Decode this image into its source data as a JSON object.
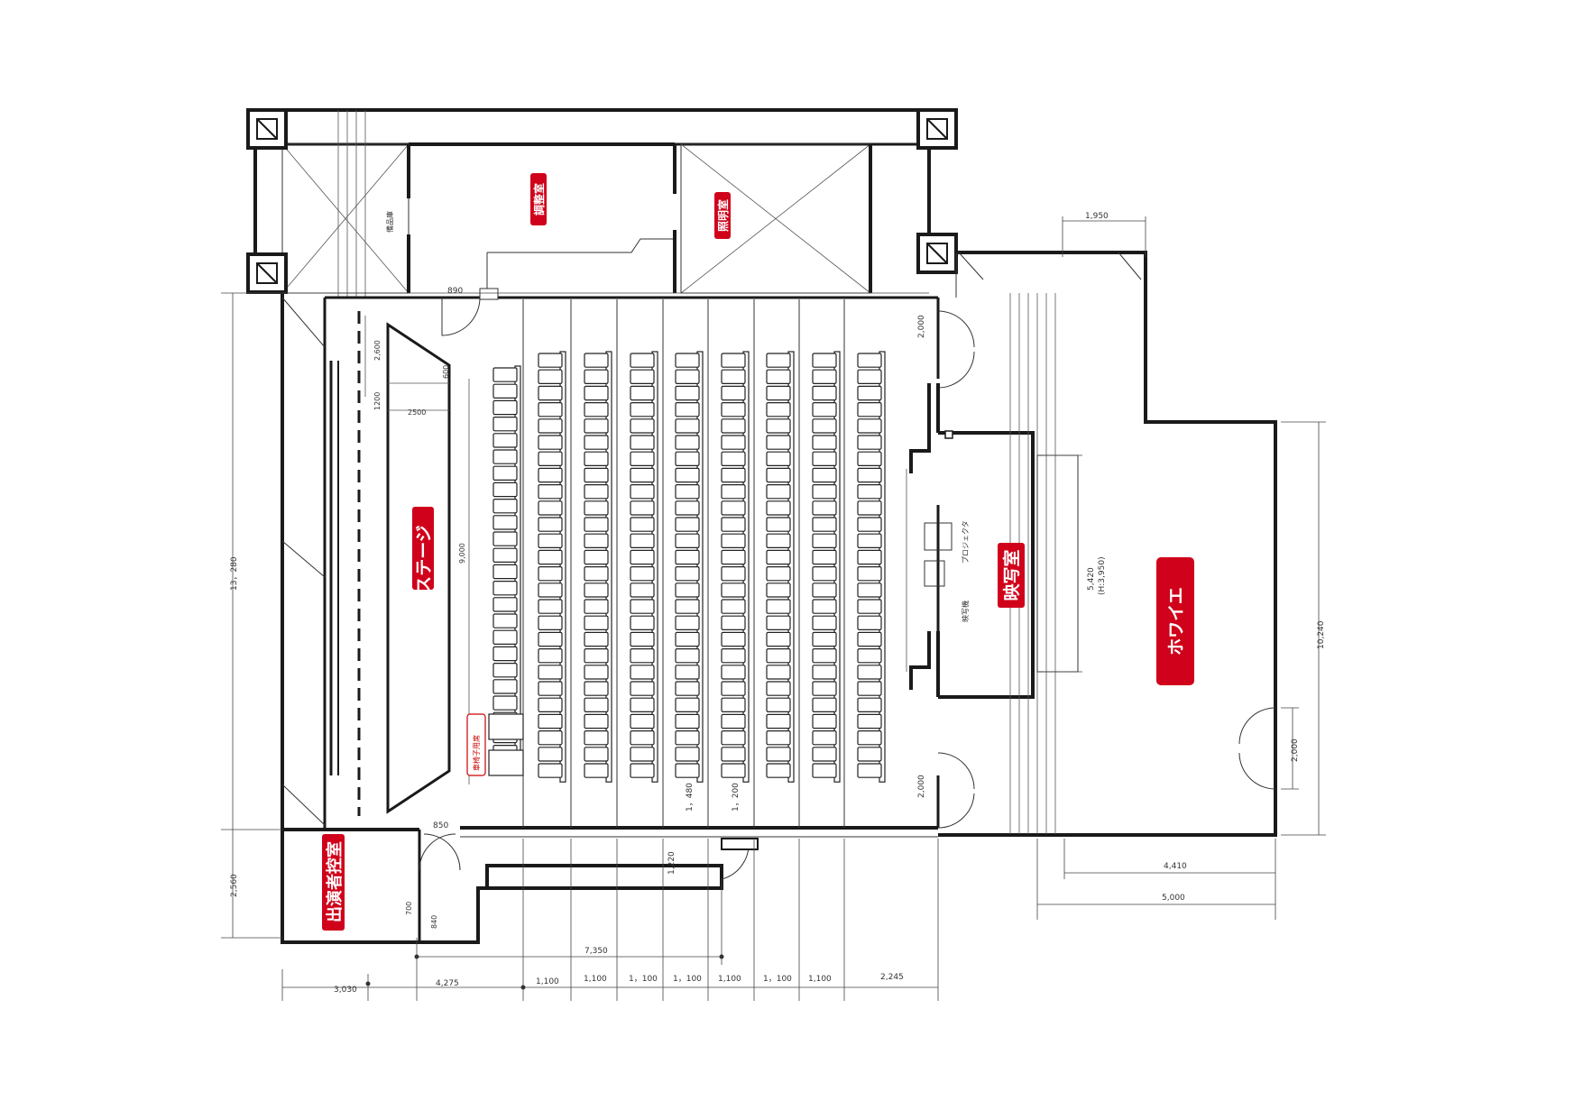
{
  "rooms": {
    "stage": "ステージ",
    "projection_room": "映写室",
    "foyer": "ホワイエ",
    "performer_room": "出演者控室",
    "control_room": "調整室",
    "lighting_room": "照明室",
    "storage": "備品庫",
    "projector": "プロジェクタ",
    "projector_booth": "映写機",
    "wheelchair_area": "車椅子用席"
  },
  "dimensions": {
    "d_890": "890",
    "d_1950": "1,950",
    "d_2000_top": "2,000",
    "d_2600": "2,600",
    "d_1200": "1200",
    "d_2500": "2500",
    "d_600": "600",
    "d_9000": "9,000",
    "d_13280": "13，280",
    "d_5420": "5,420",
    "d_h3950": "(H:3,950)",
    "d_10240": "10,240",
    "d_2000_right": "2,000",
    "d_2000_bottom": "2,000",
    "d_1480": "1，480",
    "d_1200_row": "1，200",
    "d_850": "850",
    "d_1220": "1,220",
    "d_2560": "2,560",
    "d_840": "840",
    "d_700": "700",
    "d_7350": "7,350",
    "d_4410": "4,410",
    "d_5000": "5,000",
    "d_3030": "3,030",
    "d_4275": "4,275",
    "d_1100_a": "1,100",
    "d_1100_b": "1,100",
    "d_1100_c": "1，100",
    "d_1100_d": "1，100",
    "d_1100_e": "1,100",
    "d_1100_f": "1，100",
    "d_1100_g": "1,100",
    "d_2245": "2,245"
  },
  "seating": {
    "columns": 9,
    "seats_per_column": [
      24,
      26,
      26,
      26,
      26,
      26,
      26,
      26,
      26
    ],
    "wheelchair_spaces": 2
  },
  "colors": {
    "label_red": "#d0021b",
    "wall": "#1a1a1a"
  }
}
